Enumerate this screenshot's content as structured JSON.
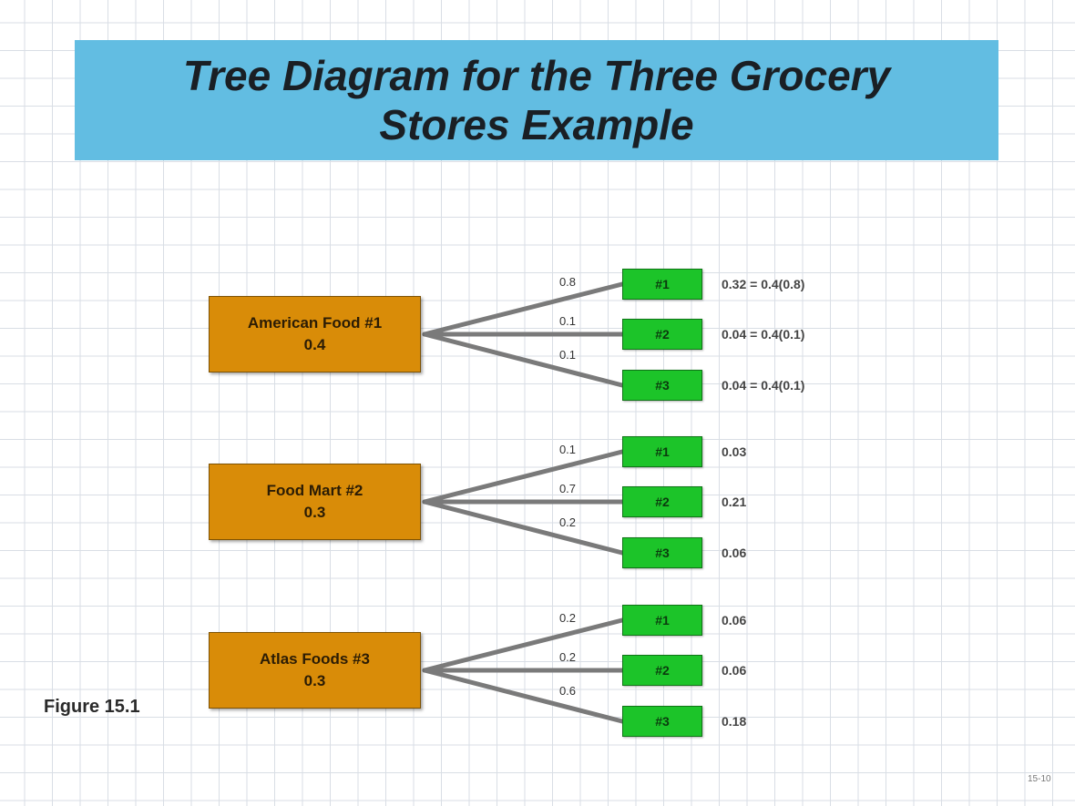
{
  "title": {
    "line1": "Tree Diagram for the Three Grocery",
    "line2": "Stores Example"
  },
  "stores": [
    {
      "name": "American Food #1",
      "prob": "0.4",
      "outcomes": [
        {
          "label": "#1",
          "branch_prob": "0.8",
          "joint_prob": "0.32 = 0.4(0.8)"
        },
        {
          "label": "#2",
          "branch_prob": "0.1",
          "joint_prob": "0.04 = 0.4(0.1)"
        },
        {
          "label": "#3",
          "branch_prob": "0.1",
          "joint_prob": "0.04 = 0.4(0.1)"
        }
      ]
    },
    {
      "name": "Food Mart #2",
      "prob": "0.3",
      "outcomes": [
        {
          "label": "#1",
          "branch_prob": "0.1",
          "joint_prob": "0.03"
        },
        {
          "label": "#2",
          "branch_prob": "0.7",
          "joint_prob": "0.21"
        },
        {
          "label": "#3",
          "branch_prob": "0.2",
          "joint_prob": "0.06"
        }
      ]
    },
    {
      "name": "Atlas Foods #3",
      "prob": "0.3",
      "outcomes": [
        {
          "label": "#1",
          "branch_prob": "0.2",
          "joint_prob": "0.06"
        },
        {
          "label": "#2",
          "branch_prob": "0.2",
          "joint_prob": "0.06"
        },
        {
          "label": "#3",
          "branch_prob": "0.6",
          "joint_prob": "0.18"
        }
      ]
    }
  ],
  "figure_label": "Figure 15.1",
  "slide_number": "15-10"
}
